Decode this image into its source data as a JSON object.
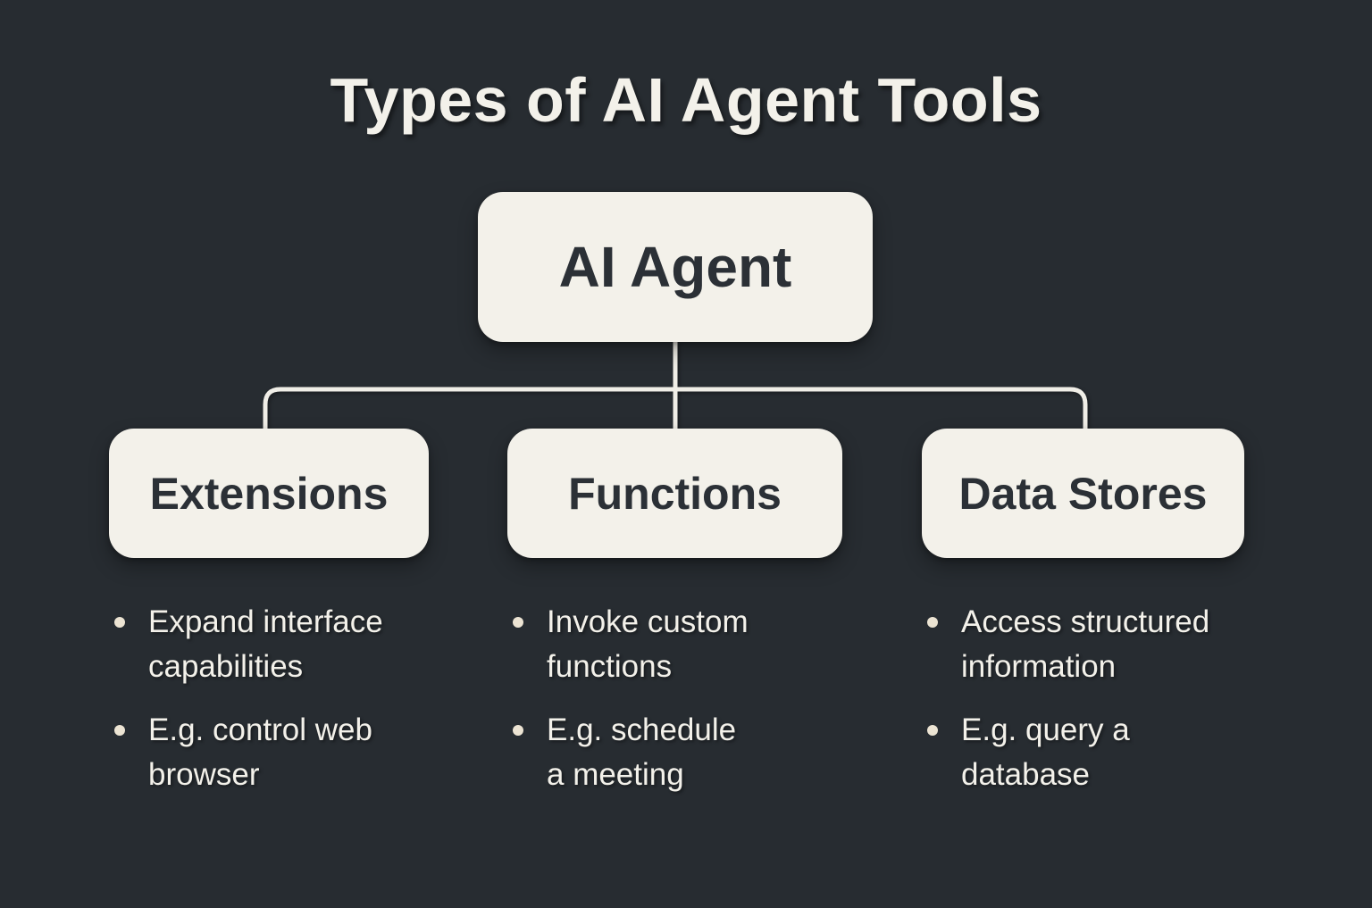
{
  "title": "Types of AI Agent Tools",
  "root": {
    "label": "AI Agent"
  },
  "branches": [
    {
      "label": "Extensions",
      "bullets": [
        "Expand interface\ncapabilities",
        "E.g. control web\nbrowser"
      ]
    },
    {
      "label": "Functions",
      "bullets": [
        "Invoke custom\nfunctions",
        "E.g. schedule\na meeting"
      ]
    },
    {
      "label": "Data Stores",
      "bullets": [
        "Access structured\ninformation",
        "E.g. query a\ndatabase"
      ]
    }
  ],
  "colors": {
    "background": "#272c31",
    "box_fill": "#f3f1ea",
    "box_text": "#2b3036",
    "text_light": "#f3f1ea",
    "bullet_dot": "#ece4d3",
    "connector": "#f0eee7"
  }
}
